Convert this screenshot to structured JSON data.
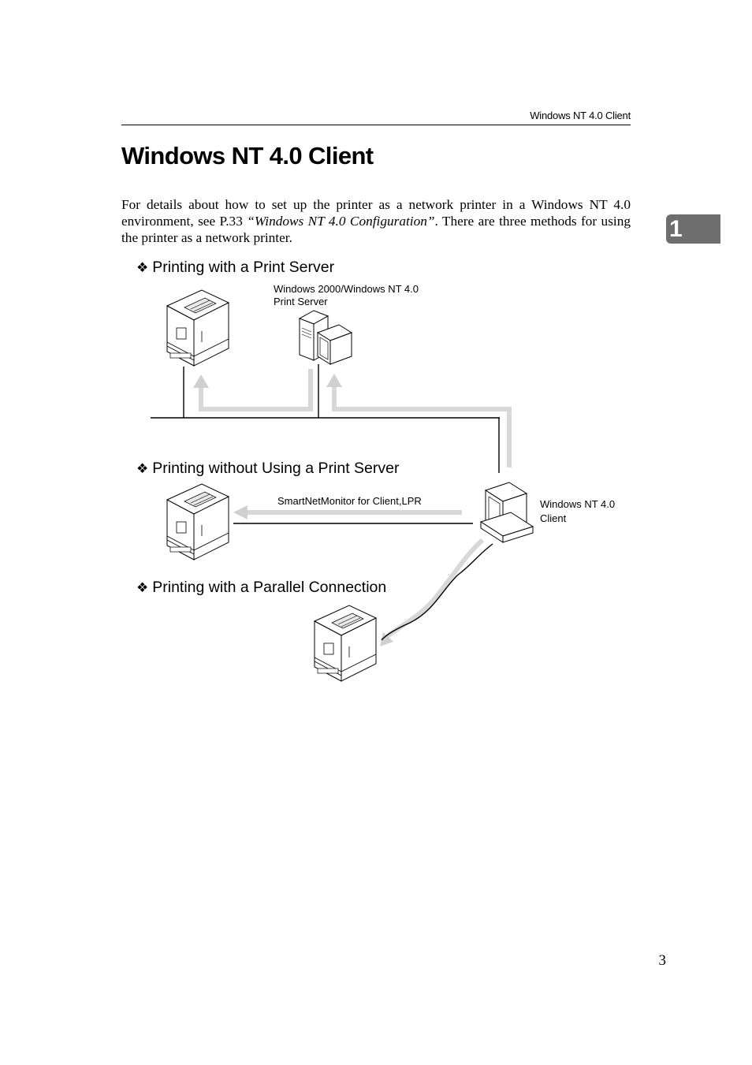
{
  "header": {
    "running_title": "Windows NT 4.0 Client"
  },
  "title": "Windows NT 4.0 Client",
  "intro": {
    "part1": "For details about how to set up the printer as a network printer in a Windows NT 4.0 environment, see P.33 ",
    "link": "“Windows NT 4.0 Configuration”",
    "part2": ". There are three methods for using the printer as a network printer."
  },
  "chapter_tab": "1",
  "sections": [
    {
      "bullet": "❖",
      "heading": "Printing with a Print Server"
    },
    {
      "bullet": "❖",
      "heading": "Printing without Using a Print Server"
    },
    {
      "bullet": "❖",
      "heading": "Printing with a Parallel Connection"
    }
  ],
  "labels": {
    "server_line1": "Windows 2000/Windows NT 4.0",
    "server_line2": "Print Server",
    "smartnet": "SmartNetMonitor for Client,LPR",
    "client_line1": "Windows NT 4.0",
    "client_line2": "Client"
  },
  "page_number": "3"
}
